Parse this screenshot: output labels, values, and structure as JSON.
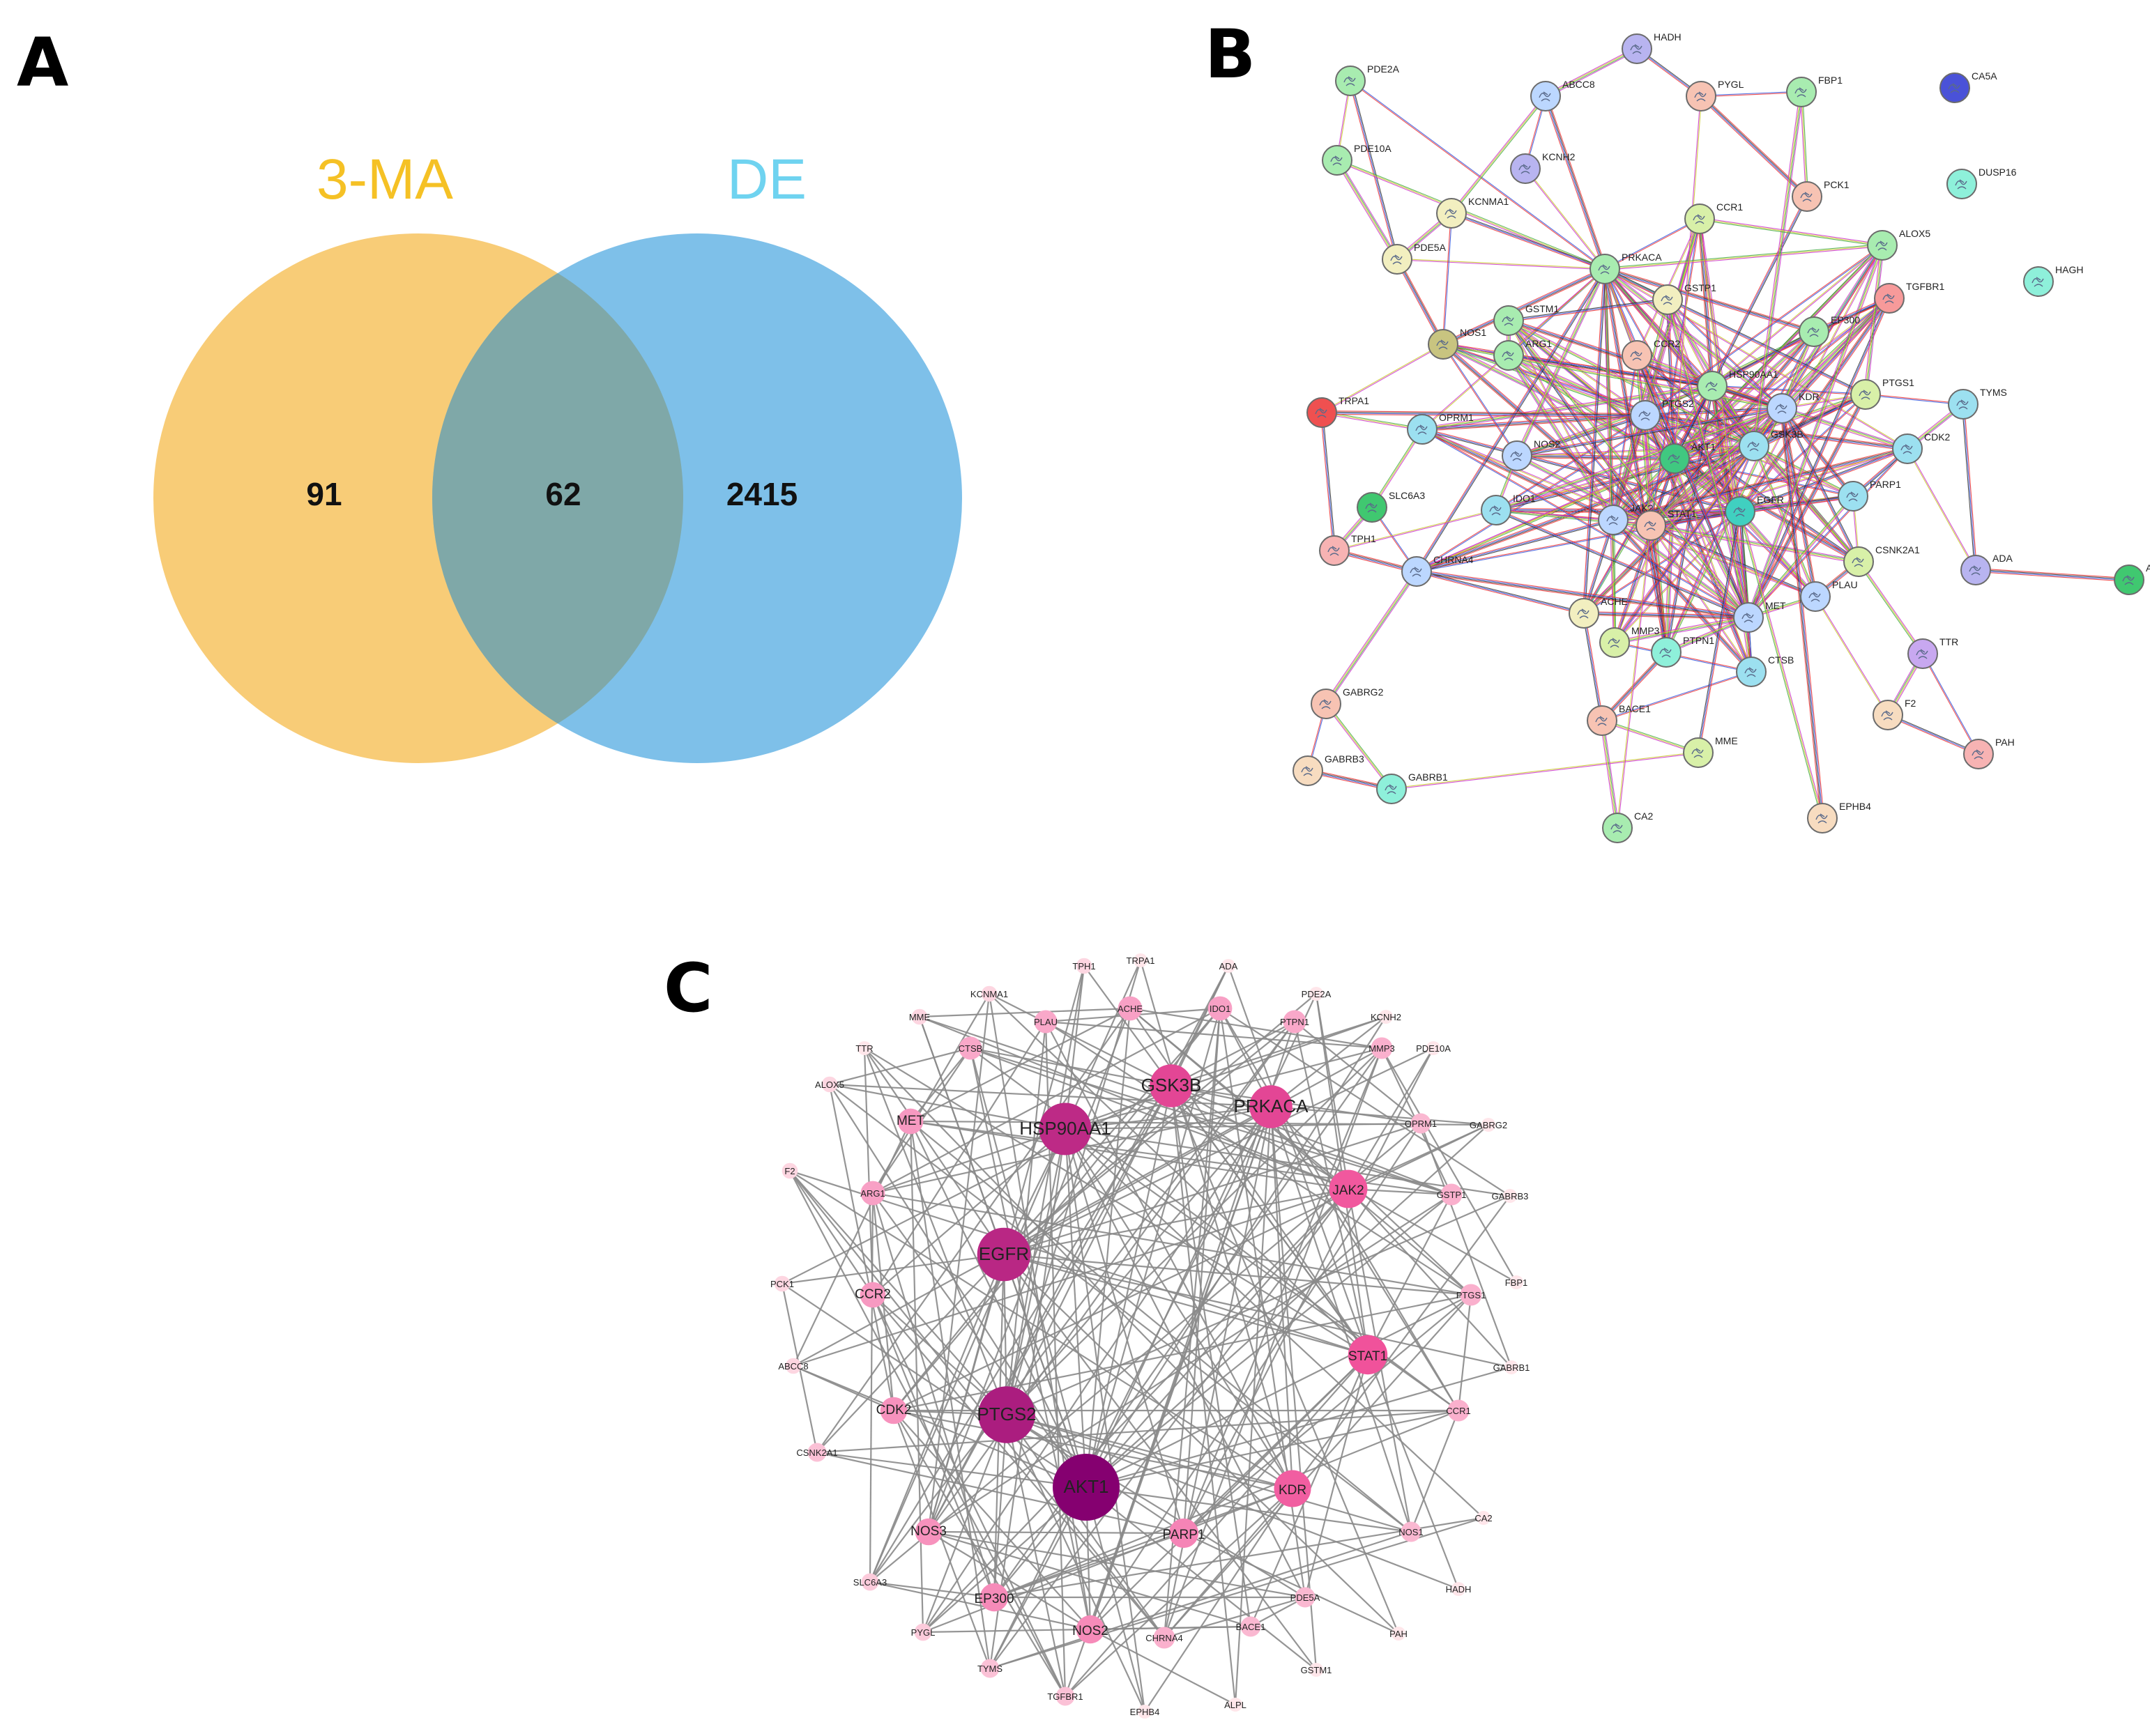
{
  "panels": {
    "a_letter": "A",
    "b_letter": "B",
    "c_letter": "C"
  },
  "venn": {
    "sets": [
      {
        "name": "3-MA",
        "color": "#F5B942",
        "label_color": "#F5C125"
      },
      {
        "name": "DE",
        "color": "#5AAEE3",
        "label_color": "#6FD3F0"
      }
    ],
    "overlap_color": "#7FA8A8",
    "left_only": "91",
    "intersection": "62",
    "right_only": "2415"
  },
  "string_network": {
    "edge_colors": [
      "#c9c92a",
      "#333333",
      "#cc33cc",
      "#3355dd",
      "#44aa44",
      "#ee3333"
    ],
    "nodes": [
      {
        "id": "HADH",
        "color": "#b8b4f0"
      },
      {
        "id": "PDE2A",
        "color": "#a8ecb0"
      },
      {
        "id": "ABCC8",
        "color": "#bcd7ff"
      },
      {
        "id": "PYGL",
        "color": "#f7c3b3"
      },
      {
        "id": "FBP1",
        "color": "#a8ecb0"
      },
      {
        "id": "CA5A",
        "color": "#4a52d8"
      },
      {
        "id": "PDE10A",
        "color": "#a8ecb0"
      },
      {
        "id": "KCNH2",
        "color": "#b8b4f0"
      },
      {
        "id": "DUSP16",
        "color": "#8ef0da"
      },
      {
        "id": "KCNMA1",
        "color": "#f2efc0"
      },
      {
        "id": "CCR1",
        "color": "#d8f0a8"
      },
      {
        "id": "PCK1",
        "color": "#f7c3b3"
      },
      {
        "id": "PDE5A",
        "color": "#f2efc0"
      },
      {
        "id": "PRKACA",
        "color": "#a8ecb0"
      },
      {
        "id": "ALOX5",
        "color": "#a8ecb0"
      },
      {
        "id": "TGFBR1",
        "color": "#f79a9a"
      },
      {
        "id": "HAGH",
        "color": "#8ef0da"
      },
      {
        "id": "GSTM1",
        "color": "#a8ecb0"
      },
      {
        "id": "GSTP1",
        "color": "#f2efc0"
      },
      {
        "id": "EP300",
        "color": "#a8ecb0"
      },
      {
        "id": "NOS1",
        "color": "#c8c480"
      },
      {
        "id": "ARG1",
        "color": "#a8ecb0"
      },
      {
        "id": "CCR2",
        "color": "#f7c3b3"
      },
      {
        "id": "HSP90AA1",
        "color": "#a8ecb0"
      },
      {
        "id": "TRPA1",
        "color": "#ef5050"
      },
      {
        "id": "PTGS2",
        "color": "#bcd7ff"
      },
      {
        "id": "KDR",
        "color": "#bcd7ff"
      },
      {
        "id": "PTGS1",
        "color": "#d8f0a8"
      },
      {
        "id": "TYMS",
        "color": "#9ce0f0"
      },
      {
        "id": "OPRM1",
        "color": "#9ce0f0"
      },
      {
        "id": "GSK3B",
        "color": "#9ce0f0"
      },
      {
        "id": "CDK2",
        "color": "#9ce0f0"
      },
      {
        "id": "NOS2",
        "color": "#bcd7ff"
      },
      {
        "id": "AKT1",
        "color": "#40c880"
      },
      {
        "id": "SLC6A3",
        "color": "#40c870"
      },
      {
        "id": "IDO1",
        "color": "#9ce0f0"
      },
      {
        "id": "JAK2",
        "color": "#bcd7ff"
      },
      {
        "id": "STAT1",
        "color": "#f7c3b3"
      },
      {
        "id": "EGFR",
        "color": "#40d0c0"
      },
      {
        "id": "PARP1",
        "color": "#9ce0f0"
      },
      {
        "id": "TPH1",
        "color": "#f7b3b3"
      },
      {
        "id": "CSNK2A1",
        "color": "#d8f0a8"
      },
      {
        "id": "ADA",
        "color": "#b8b4f0"
      },
      {
        "id": "ALPL",
        "color": "#40c870"
      },
      {
        "id": "CHRNA4",
        "color": "#bcd7ff"
      },
      {
        "id": "PLAU",
        "color": "#bcd7ff"
      },
      {
        "id": "ACHE",
        "color": "#f2efc0"
      },
      {
        "id": "MET",
        "color": "#bcd7ff"
      },
      {
        "id": "MMP3",
        "color": "#d8f0a8"
      },
      {
        "id": "TTR",
        "color": "#c8a8f0"
      },
      {
        "id": "PTPN1",
        "color": "#8ef0da"
      },
      {
        "id": "CTSB",
        "color": "#9ce0f0"
      },
      {
        "id": "GABRG2",
        "color": "#f7c3b3"
      },
      {
        "id": "BACE1",
        "color": "#f7c3b3"
      },
      {
        "id": "F2",
        "color": "#f7dcc0"
      },
      {
        "id": "MME",
        "color": "#d8f0a8"
      },
      {
        "id": "PAH",
        "color": "#f7b3b3"
      },
      {
        "id": "GABRB3",
        "color": "#f7dcc0"
      },
      {
        "id": "GABRB1",
        "color": "#8ef0da"
      },
      {
        "id": "EPHB4",
        "color": "#f7dcc0"
      },
      {
        "id": "CA2",
        "color": "#a8ecb0"
      }
    ]
  },
  "hub_network": {
    "edge_color": "#8a8a8a",
    "nodes": [
      {
        "id": "TPH1",
        "degree": 3
      },
      {
        "id": "TRPA1",
        "degree": 2
      },
      {
        "id": "ADA",
        "degree": 2
      },
      {
        "id": "KCNMA1",
        "degree": 3
      },
      {
        "id": "ACHE",
        "degree": 9
      },
      {
        "id": "IDO1",
        "degree": 9
      },
      {
        "id": "PDE2A",
        "degree": 2
      },
      {
        "id": "MME",
        "degree": 3
      },
      {
        "id": "PLAU",
        "degree": 8
      },
      {
        "id": "PTPN1",
        "degree": 8
      },
      {
        "id": "KCNH2",
        "degree": 2
      },
      {
        "id": "TTR",
        "degree": 2
      },
      {
        "id": "CTSB",
        "degree": 8
      },
      {
        "id": "MMP3",
        "degree": 7
      },
      {
        "id": "PDE10A",
        "degree": 2
      },
      {
        "id": "GSK3B",
        "degree": 24
      },
      {
        "id": "PRKACA",
        "degree": 24
      },
      {
        "id": "ALOX5",
        "degree": 3
      },
      {
        "id": "MET",
        "degree": 10
      },
      {
        "id": "HSP90AA1",
        "degree": 32
      },
      {
        "id": "OPRM1",
        "degree": 6
      },
      {
        "id": "GABRG2",
        "degree": 2
      },
      {
        "id": "F2",
        "degree": 3
      },
      {
        "id": "ARG1",
        "degree": 9
      },
      {
        "id": "JAK2",
        "degree": 20
      },
      {
        "id": "GSTP1",
        "degree": 7
      },
      {
        "id": "GABRB3",
        "degree": 2
      },
      {
        "id": "EGFR",
        "degree": 33
      },
      {
        "id": "PCK1",
        "degree": 3
      },
      {
        "id": "CCR2",
        "degree": 10
      },
      {
        "id": "FBP1",
        "degree": 2
      },
      {
        "id": "PTGS1",
        "degree": 7
      },
      {
        "id": "STAT1",
        "degree": 21
      },
      {
        "id": "ABCC8",
        "degree": 3
      },
      {
        "id": "PTGS2",
        "degree": 36
      },
      {
        "id": "GABRB1",
        "degree": 2
      },
      {
        "id": "CDK2",
        "degree": 11
      },
      {
        "id": "CCR1",
        "degree": 7
      },
      {
        "id": "CSNK2A1",
        "degree": 5
      },
      {
        "id": "AKT1",
        "degree": 45
      },
      {
        "id": "KDR",
        "degree": 19
      },
      {
        "id": "NOS3",
        "degree": 11
      },
      {
        "id": "PARP1",
        "degree": 13
      },
      {
        "id": "NOS1",
        "degree": 6
      },
      {
        "id": "CA2",
        "degree": 2
      },
      {
        "id": "SLC6A3",
        "degree": 4
      },
      {
        "id": "HADH",
        "degree": 2
      },
      {
        "id": "EP300",
        "degree": 12
      },
      {
        "id": "PDE5A",
        "degree": 6
      },
      {
        "id": "PYGL",
        "degree": 4
      },
      {
        "id": "NOS2",
        "degree": 12
      },
      {
        "id": "CHRNA4",
        "degree": 7
      },
      {
        "id": "BACE1",
        "degree": 6
      },
      {
        "id": "PAH",
        "degree": 2
      },
      {
        "id": "TYMS",
        "degree": 5
      },
      {
        "id": "GSTM1",
        "degree": 2
      },
      {
        "id": "TGFBR1",
        "degree": 5
      },
      {
        "id": "EPHB4",
        "degree": 2
      },
      {
        "id": "ALPL",
        "degree": 2
      }
    ]
  }
}
